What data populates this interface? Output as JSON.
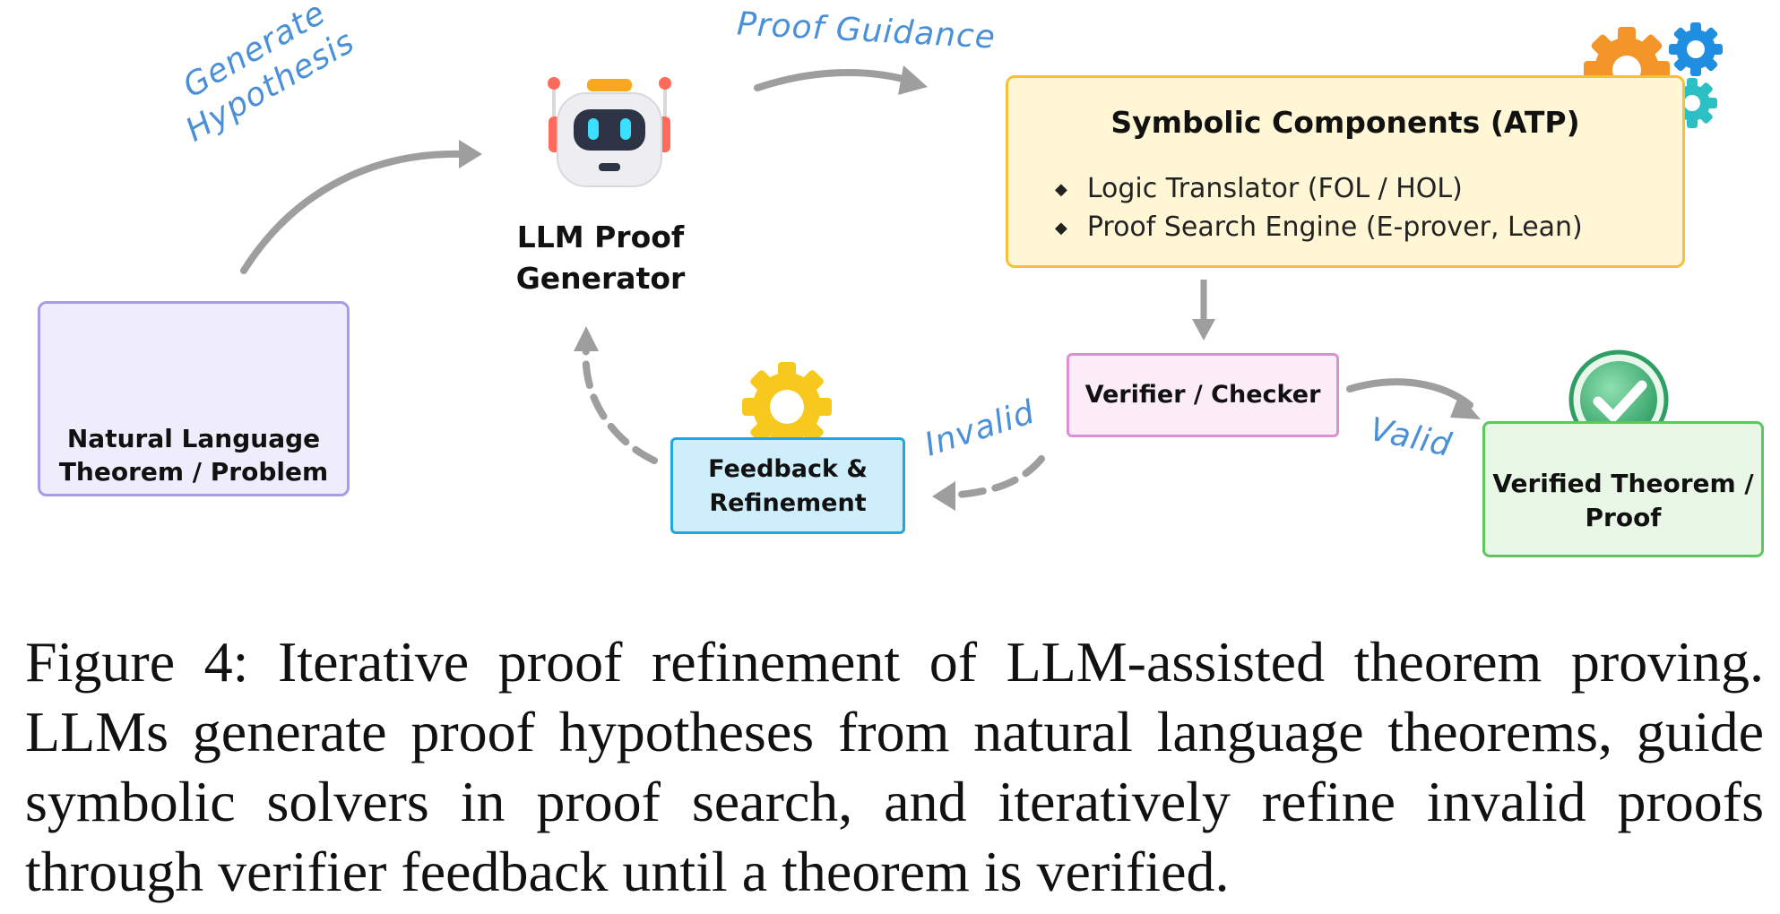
{
  "nodes": {
    "nl_theorem": {
      "line1": "Natural Language",
      "line2": "Theorem / Problem"
    },
    "llm_generator": {
      "line1": "LLM Proof",
      "line2": "Generator"
    },
    "symbolic": {
      "title": "Symbolic Components (ATP)",
      "items": [
        "Logic Translator (FOL / HOL)",
        "Proof Search Engine (E-prover, Lean)"
      ]
    },
    "verifier": {
      "label": "Verifier / Checker"
    },
    "feedback": {
      "line1": "Feedback &",
      "line2": "Refinement"
    },
    "verified": {
      "line1": "Verified Theorem /",
      "line2": "Proof"
    }
  },
  "edges": {
    "generate_hypothesis": {
      "line1": "Generate",
      "line2": "Hypothesis"
    },
    "proof_guidance": "Proof Guidance",
    "invalid": "Invalid",
    "valid": "Valid"
  },
  "bullet_glyph": "◆",
  "colors": {
    "nl_box_fill": "#efedfc",
    "nl_box_border": "#a99be8",
    "symbolic_fill": "#fff6d6",
    "symbolic_border": "#f3c23a",
    "verifier_fill": "#fcecf7",
    "verifier_border": "#dd8fd2",
    "feedback_fill": "#cfeefb",
    "feedback_border": "#22a6dd",
    "verified_fill": "#e9f8e6",
    "verified_border": "#5dc65d",
    "arrow": "#9e9e9e",
    "edge_label": "#4a90d9"
  },
  "icons": [
    "chat-bubble-icon",
    "robot-icon",
    "gears-icon",
    "gear-icon",
    "checkmark-icon"
  ],
  "caption": "Figure 4: Iterative proof refinement of LLM-assisted theorem proving. LLMs generate proof hypotheses from natural language theorems, guide symbolic solvers in proof search, and iteratively refine invalid proofs through verifier feedback until a theorem is verified."
}
